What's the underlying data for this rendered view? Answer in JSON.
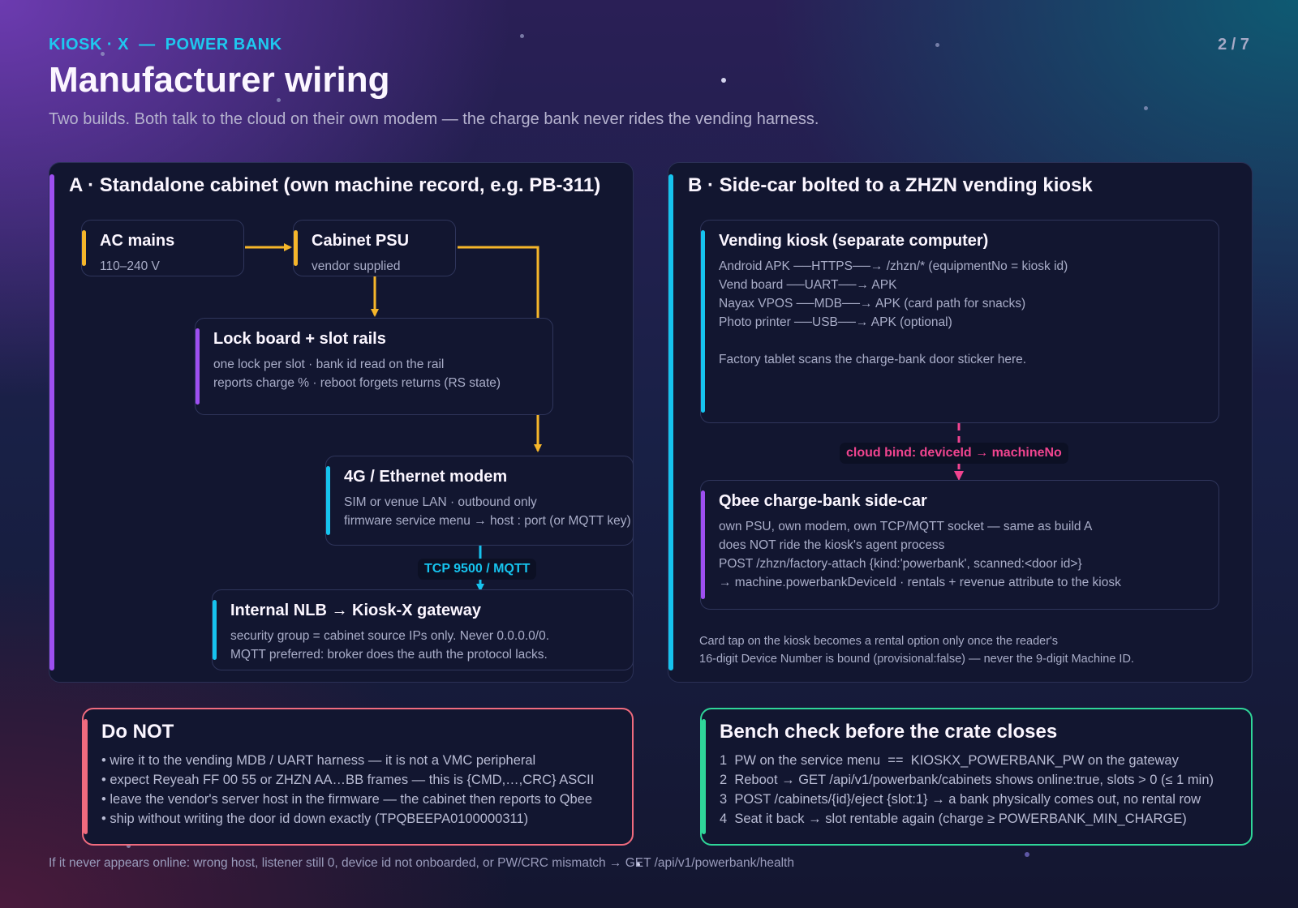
{
  "header": {
    "eyebrow": "KIOSK · X  —  POWER BANK",
    "page_indicator": "2 / 7",
    "title": "Manufacturer wiring",
    "subtitle": "Two builds. Both talk to the cloud on their own modem — the charge bank never rides the vending harness."
  },
  "colors": {
    "purple": "#9d4ff0",
    "cyan": "#16c3ee",
    "amber": "#f6b62a",
    "pink": "#f0448f",
    "red": "#f06b7e",
    "green": "#2fd699"
  },
  "panel_a": {
    "title": "A · Standalone cabinet (own machine record, e.g. PB-311)",
    "ac_mains": {
      "title": "AC mains",
      "lines": [
        "110–240 V"
      ]
    },
    "psu": {
      "title": "Cabinet PSU",
      "lines": [
        "vendor supplied"
      ]
    },
    "lock_board": {
      "title": "Lock board + slot rails",
      "lines": [
        "one lock per slot · bank id read on the rail",
        "reports charge % · reboot forgets returns (RS state)"
      ]
    },
    "modem": {
      "title": "4G / Ethernet modem",
      "lines": [
        "SIM or venue LAN · outbound only",
        "firmware service menu → host : port  (or MQTT key)"
      ]
    },
    "tcp_label": "TCP 9500 / MQTT",
    "gateway": {
      "title": "Internal NLB → Kiosk-X gateway",
      "lines": [
        "security group = cabinet source IPs only. Never 0.0.0.0/0.",
        "MQTT preferred: broker does the auth the protocol lacks."
      ]
    }
  },
  "panel_b": {
    "title": "B · Side-car bolted to a ZHZN vending kiosk",
    "kiosk": {
      "title": "Vending kiosk (separate computer)",
      "lines": [
        "Android APK  ──HTTPS──→  /zhzn/*   (equipmentNo = kiosk id)",
        "Vend board   ──UART──→  APK",
        "Nayax VPOS   ──MDB──→  APK   (card path for snacks)",
        "Photo printer ──USB──→  APK   (optional)",
        "Factory tablet scans the charge-bank door sticker here."
      ]
    },
    "bind_label": "cloud bind: deviceId → machineNo",
    "sidecar": {
      "title": "Qbee charge-bank side-car",
      "lines": [
        "own PSU, own modem, own TCP/MQTT socket — same as build A",
        "does NOT ride the kiosk's agent process",
        "POST /zhzn/factory-attach {kind:'powerbank', scanned:<door id>}",
        "→ machine.powerbankDeviceId · rentals + revenue attribute to the kiosk"
      ]
    },
    "note_lines": [
      "Card tap on the kiosk becomes a rental option only once the reader's",
      "16-digit Device Number is bound (provisional:false) — never the 9-digit Machine ID."
    ]
  },
  "do_not": {
    "title": "Do NOT",
    "lines": [
      "• wire it to the vending MDB / UART harness — it is not a VMC peripheral",
      "• expect Reyeah FF 00 55 or ZHZN AA…BB frames — this is {CMD,…,CRC} ASCII",
      "• leave the vendor's server host in the firmware — the cabinet then reports to Qbee",
      "• ship without writing the door id down exactly (TPQBEEPA0100000311)"
    ]
  },
  "bench_check": {
    "title": "Bench check before the crate closes",
    "lines": [
      "1  PW on the service menu  ==  KIOSKX_POWERBANK_PW on the gateway",
      "2  Reboot → GET /api/v1/powerbank/cabinets shows online:true, slots > 0 (≤ 1 min)",
      "3  POST /cabinets/{id}/eject {slot:1} → a bank physically comes out, no rental row",
      "4  Seat it back → slot rentable again (charge ≥ POWERBANK_MIN_CHARGE)"
    ]
  },
  "footer": "If it never appears online: wrong host, listener still 0, device id not onboarded, or PW/CRC mismatch → GET /api/v1/powerbank/health"
}
